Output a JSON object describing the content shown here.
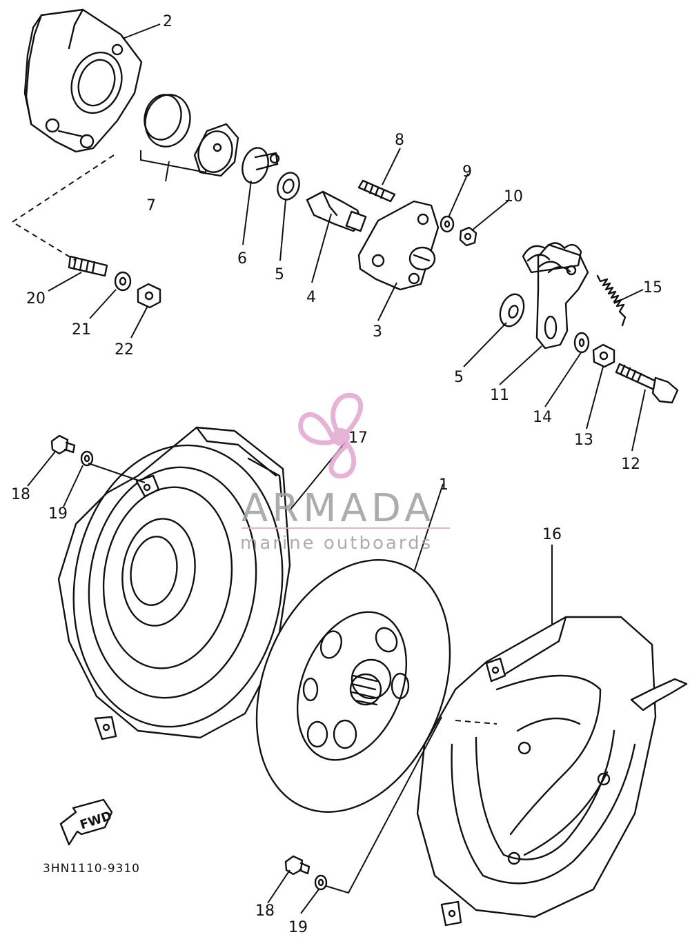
{
  "diagram": {
    "callouts": {
      "c1": "1",
      "c2": "2",
      "c3": "3",
      "c4": "4",
      "c5a": "5",
      "c5b": "5",
      "c6": "6",
      "c7": "7",
      "c8": "8",
      "c9": "9",
      "c10": "10",
      "c11": "11",
      "c12": "12",
      "c13": "13",
      "c14": "14",
      "c15": "15",
      "c16": "16",
      "c17": "17",
      "c18a": "18",
      "c18b": "18",
      "c19a": "19",
      "c19b": "19",
      "c20": "20",
      "c21": "21",
      "c22": "22"
    },
    "fwd_label": "FWD",
    "drawing_code": "3HN1110-9310"
  },
  "watermark": {
    "brand": "ARMADA",
    "tagline": "marine outboards",
    "logo_color": "#e2a6cf"
  }
}
